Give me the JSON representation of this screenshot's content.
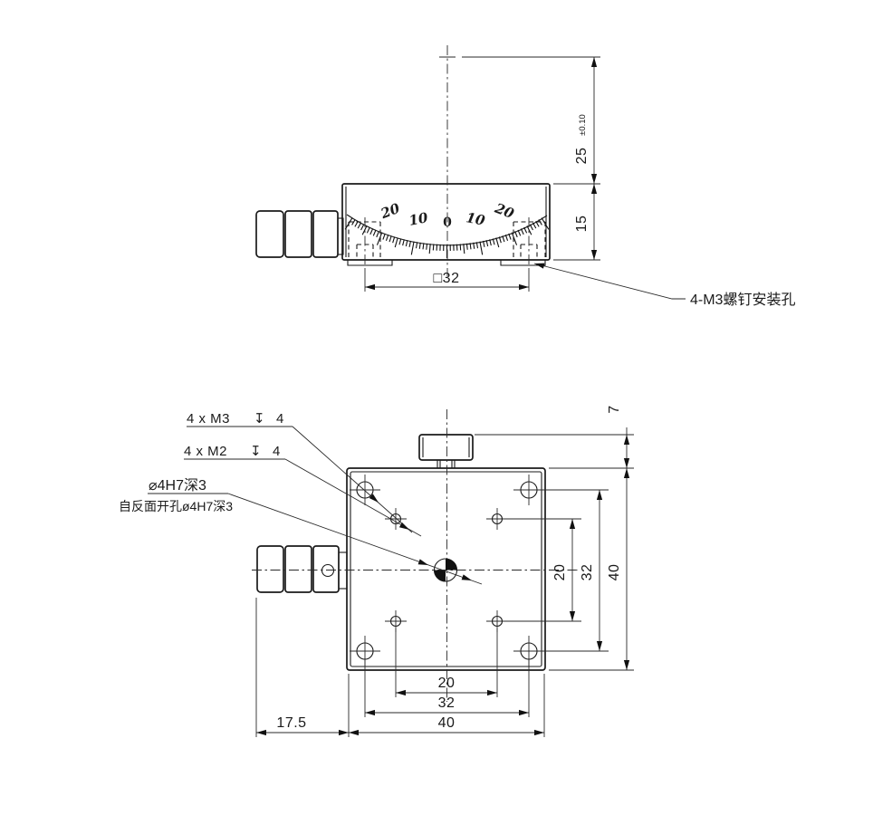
{
  "top_view": {
    "scale_labels": [
      "20",
      "10",
      "0",
      "10",
      "20"
    ],
    "dim_width": "□32",
    "dim_25": "25",
    "dim_25_tol": "±0.10",
    "dim_15": "15",
    "note_mounting": "4-M3螺钉安装孔"
  },
  "bottom_view": {
    "m3_label": "4 x M3",
    "m3_depth_symbol": "↧",
    "m3_depth": "4",
    "m2_label": "4 x M2",
    "m2_depth_symbol": "↧",
    "m2_depth": "4",
    "center_hole_label": "⌀4H7深3",
    "reverse_note": "自反面开孔ø4H7深3",
    "dim_v7": "7",
    "dim_v20": "20",
    "dim_v32": "32",
    "dim_v40": "40",
    "dim_h20": "20",
    "dim_h32": "32",
    "dim_h40": "40",
    "dim_offset": "17.5"
  }
}
